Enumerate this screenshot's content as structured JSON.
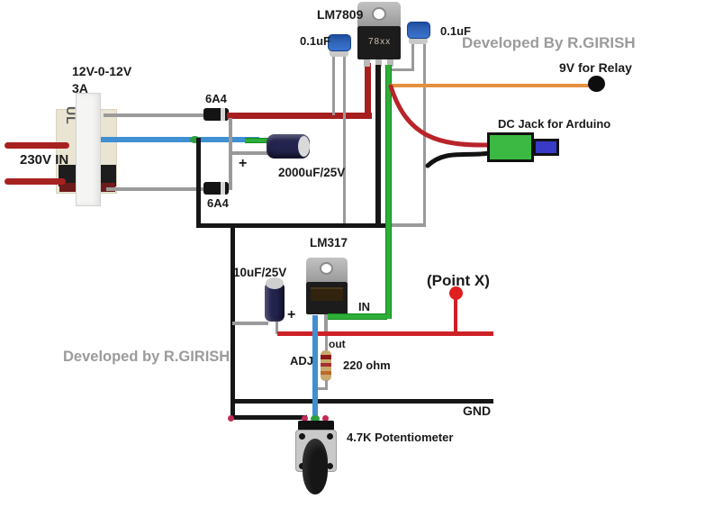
{
  "annotations": {
    "developed_top": "Developed By R.GIRISH",
    "developed_bottom": "Developed by R.GIRISH"
  },
  "components": {
    "regulator_9v": {
      "label": "LM7809",
      "marking": "78xx"
    },
    "regulator_adj": {
      "label": "LM317",
      "pin_in": "IN",
      "pin_out": "out",
      "pin_adj": "ADJ"
    },
    "transformer": {
      "rating": "12V-0-12V",
      "current": "3A",
      "mark": "UL",
      "input_label": "230V IN"
    },
    "diode_top": {
      "label": "6A4"
    },
    "diode_bottom": {
      "label": "6A4"
    },
    "filter_cap": {
      "label": "2000uF/25V",
      "polarity": "+"
    },
    "bypass_cap_left": {
      "label": "0.1uF"
    },
    "bypass_cap_right": {
      "label": "0.1uF"
    },
    "adj_cap": {
      "label": "10uF/25V",
      "polarity": "+"
    },
    "resistor": {
      "label": "220 ohm"
    },
    "potentiometer": {
      "label": "4.7K Potentiometer"
    },
    "dc_jack": {
      "label": "DC Jack for Arduino"
    },
    "relay_tap": {
      "label": "9V for Relay"
    },
    "point_x": {
      "label": "(Point X)"
    },
    "ground": {
      "label": "GND"
    }
  },
  "colors": {
    "wire_red_mains": "#a82121",
    "rail_red_12v": "#a61e1e",
    "rail_red_out": "#cc2127",
    "wire_blue": "#3f8fd2",
    "wire_green": "#2eae39",
    "wire_orange": "#e59040",
    "wire_gray": "#9a9a9a",
    "wire_black": "#161616",
    "cap_navy": "#23234f",
    "jack_green": "#3cb943",
    "plug_blue": "#3a3ac8",
    "text_gray": "#9b9b9b"
  }
}
